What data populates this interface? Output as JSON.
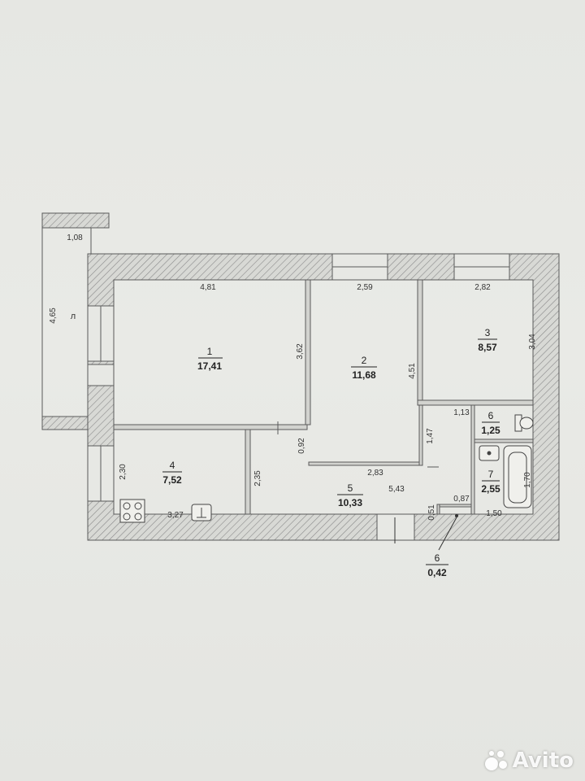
{
  "rooms": [
    {
      "id": "1",
      "area": "17,41"
    },
    {
      "id": "2",
      "area": "11,68"
    },
    {
      "id": "3",
      "area": "8,57"
    },
    {
      "id": "4",
      "area": "7,52"
    },
    {
      "id": "5",
      "area": "10,33"
    },
    {
      "id": "6",
      "area": "1,25"
    },
    {
      "id": "7",
      "area": "2,55"
    },
    {
      "id": "6",
      "area": "0,42"
    }
  ],
  "dimensions": {
    "balcony_width": "1,08",
    "balcony_length": "4,65",
    "balcony_mark": "л",
    "r1_width": "4,81",
    "r1_height": "3,62",
    "r2_width": "2,59",
    "r2_height": "4,51",
    "r2_bottom": "2,83",
    "r3_width": "2,82",
    "r3_height": "3,04",
    "r4_height": "2,30",
    "r4_width": "3,27",
    "hall_left": "2,35",
    "hall_small": "0,92",
    "hall_width": "5,43",
    "hall_height": "1,47",
    "wc_width": "1,13",
    "bath_height": "1,70",
    "bath_width": "1,50",
    "closet_width": "0,87",
    "closet_height": "0,51"
  },
  "watermark": "Avito",
  "colors": {
    "wall_line": "#5a5a5a",
    "hatch": "#8a8a8a",
    "paper": "#e7e8e4"
  }
}
